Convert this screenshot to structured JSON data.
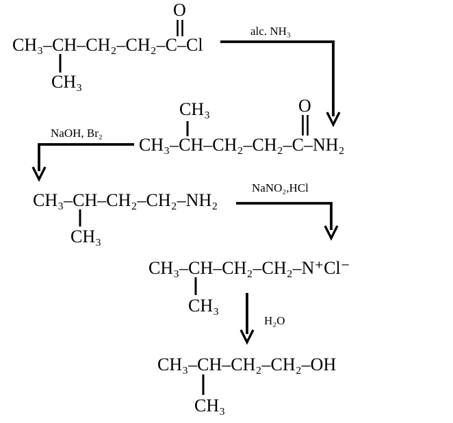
{
  "colors": {
    "background": "#ffffff",
    "ink": "#000000"
  },
  "scheme": {
    "structures": [
      {
        "formula": "CH₃–CH–CH₂–CH₂–C–Cl",
        "branch": "CH₃",
        "carbonyl_oxygen": "O"
      },
      {
        "formula": "CH₃–CH–CH₂–CH₂–C–NH₂",
        "branch": "CH₃",
        "carbonyl_oxygen": "O"
      },
      {
        "formula": "CH₃–CH–CH₂–CH₂–NH₂",
        "branch": "CH₃"
      },
      {
        "formula": "CH₃–CH–CH₂–CH₂–N⁺Cl⁻",
        "branch": "CH₃"
      },
      {
        "formula": "CH₃–CH–CH₂–CH₂–OH",
        "branch": "CH₃"
      }
    ],
    "reagents": [
      {
        "label": "alc. NH₃"
      },
      {
        "label": "NaOH, Br₂"
      },
      {
        "label": "NaNO₂,HCl"
      },
      {
        "label": "H₂O"
      }
    ]
  }
}
